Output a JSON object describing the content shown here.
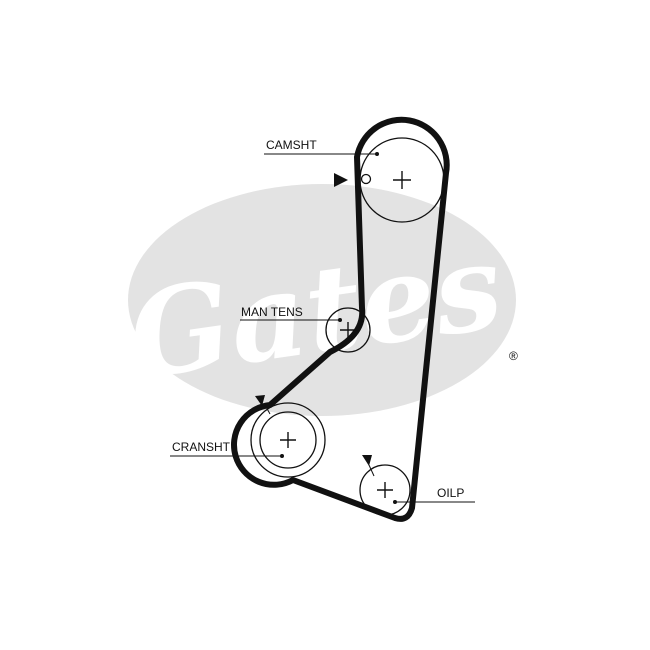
{
  "brand": {
    "logo_text": "Gates",
    "registered_mark": "®",
    "logo_color": "#e3e3e3"
  },
  "diagram": {
    "labels": {
      "camshaft": "CAMSHT",
      "manual_tensioner": "MAN TENS",
      "crankshaft": "CRANSHT",
      "oil_pump": "OILP"
    },
    "belt_color": "#111111",
    "line_color": "#111111"
  }
}
